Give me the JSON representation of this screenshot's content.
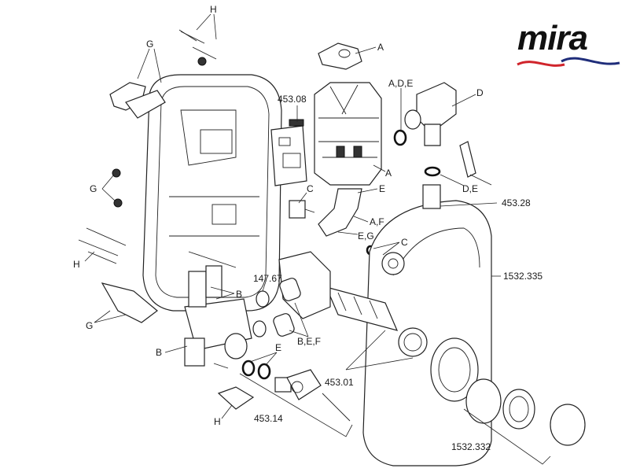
{
  "brand": {
    "name": "mira",
    "wave_colors": {
      "red": "#d0242b",
      "blue": "#1f2d7a"
    }
  },
  "diagram": {
    "title": "Exploded parts diagram",
    "labels": [
      {
        "id": "h_top",
        "text": "H"
      },
      {
        "id": "g_top",
        "text": "G"
      },
      {
        "id": "a_top",
        "text": "A"
      },
      {
        "id": "p45308",
        "text": "453.08"
      },
      {
        "id": "ade",
        "text": "A,D,E"
      },
      {
        "id": "d",
        "text": "D"
      },
      {
        "id": "a_mid",
        "text": "A"
      },
      {
        "id": "de",
        "text": "D,E"
      },
      {
        "id": "c_left",
        "text": "C"
      },
      {
        "id": "e_top",
        "text": "E"
      },
      {
        "id": "g_mid",
        "text": "G"
      },
      {
        "id": "p45328",
        "text": "453.28"
      },
      {
        "id": "af",
        "text": "A,F"
      },
      {
        "id": "eg",
        "text": "E,G"
      },
      {
        "id": "c_right",
        "text": "C"
      },
      {
        "id": "h_left",
        "text": "H"
      },
      {
        "id": "p14767",
        "text": "147.67"
      },
      {
        "id": "p1532335",
        "text": "1532.335"
      },
      {
        "id": "b_upper",
        "text": "B"
      },
      {
        "id": "g_bottom",
        "text": "G"
      },
      {
        "id": "bef",
        "text": "B,E,F"
      },
      {
        "id": "b_lower",
        "text": "B"
      },
      {
        "id": "e_bottom",
        "text": "E"
      },
      {
        "id": "p45301",
        "text": "453.01"
      },
      {
        "id": "p45314",
        "text": "453.14"
      },
      {
        "id": "h_bottom",
        "text": "H"
      },
      {
        "id": "p1532332",
        "text": "1532.332"
      }
    ]
  }
}
